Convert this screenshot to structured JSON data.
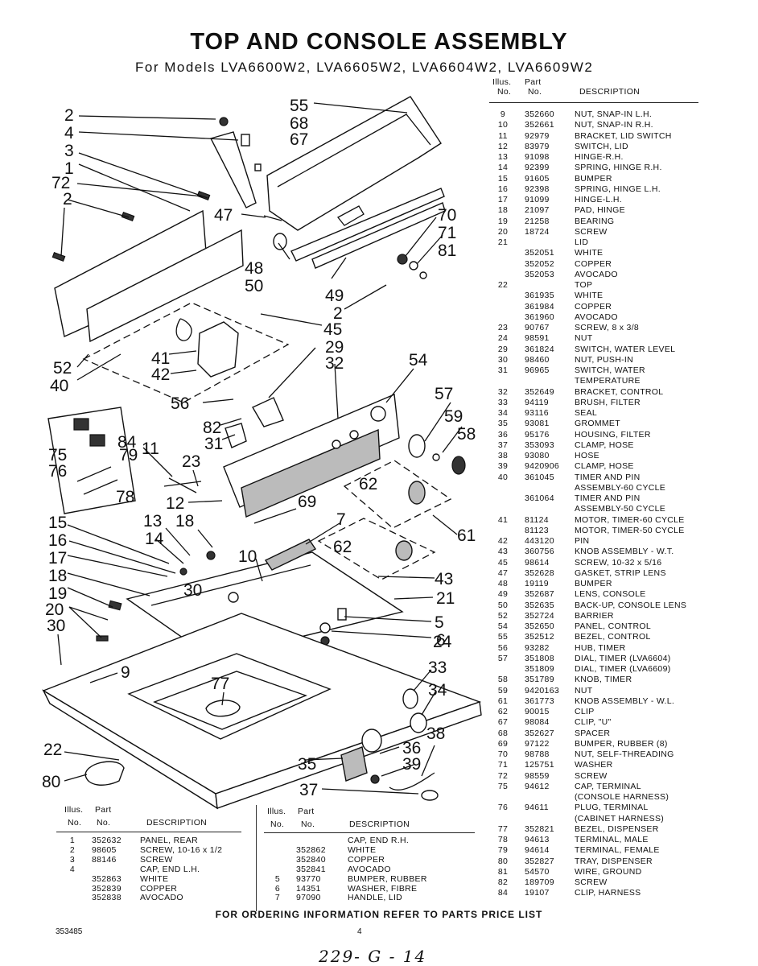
{
  "title": "TOP AND CONSOLE ASSEMBLY",
  "subtitle": "For Models LVA6600W2, LVA6605W2, LVA6604W2, LVA6609W2",
  "right_table": {
    "headers": {
      "illus_line1": "Illus.",
      "part_line1": "Part",
      "no_illus": "No.",
      "no_part": "No.",
      "description": "DESCRIPTION"
    },
    "rows": [
      {
        "illus": "9",
        "part": "352660",
        "desc": "NUT, SNAP-IN L.H."
      },
      {
        "illus": "10",
        "part": "352661",
        "desc": "NUT, SNAP-IN R.H."
      },
      {
        "illus": "11",
        "part": "92979",
        "desc": "BRACKET, LID SWITCH"
      },
      {
        "illus": "12",
        "part": "83979",
        "desc": "SWITCH, LID"
      },
      {
        "illus": "13",
        "part": "91098",
        "desc": "HINGE-R.H."
      },
      {
        "illus": "14",
        "part": "92399",
        "desc": "SPRING, HINGE R.H."
      },
      {
        "illus": "15",
        "part": "91605",
        "desc": "BUMPER"
      },
      {
        "illus": "16",
        "part": "92398",
        "desc": "SPRING, HINGE L.H."
      },
      {
        "illus": "17",
        "part": "91099",
        "desc": "HINGE-L.H."
      },
      {
        "illus": "18",
        "part": "21097",
        "desc": "PAD, HINGE"
      },
      {
        "illus": "19",
        "part": "21258",
        "desc": "BEARING"
      },
      {
        "illus": "20",
        "part": "18724",
        "desc": "SCREW"
      },
      {
        "illus": "21",
        "part": "",
        "desc": "LID"
      },
      {
        "illus": "",
        "part": "352051",
        "desc": "WHITE"
      },
      {
        "illus": "",
        "part": "352052",
        "desc": "COPPER"
      },
      {
        "illus": "",
        "part": "352053",
        "desc": "AVOCADO"
      },
      {
        "illus": "22",
        "part": "",
        "desc": "TOP"
      },
      {
        "illus": "",
        "part": "361935",
        "desc": "WHITE"
      },
      {
        "illus": "",
        "part": "361984",
        "desc": "COPPER"
      },
      {
        "illus": "",
        "part": "361960",
        "desc": "AVOCADO"
      },
      {
        "illus": "23",
        "part": "90767",
        "desc": "SCREW, 8 x 3/8"
      },
      {
        "illus": "24",
        "part": "98591",
        "desc": "NUT"
      },
      {
        "illus": "29",
        "part": "361824",
        "desc": "SWITCH, WATER LEVEL"
      },
      {
        "illus": "30",
        "part": "98460",
        "desc": "NUT, PUSH-IN"
      },
      {
        "illus": "31",
        "part": "96965",
        "desc": "SWITCH, WATER"
      },
      {
        "illus": "",
        "part": "",
        "desc": "TEMPERATURE"
      },
      {
        "illus": "32",
        "part": "352649",
        "desc": "BRACKET, CONTROL"
      },
      {
        "illus": "33",
        "part": "94119",
        "desc": "BRUSH, FILTER"
      },
      {
        "illus": "34",
        "part": "93116",
        "desc": "SEAL"
      },
      {
        "illus": "35",
        "part": "93081",
        "desc": "GROMMET"
      },
      {
        "illus": "36",
        "part": "95176",
        "desc": "HOUSING, FILTER"
      },
      {
        "illus": "37",
        "part": "353093",
        "desc": "CLAMP, HOSE"
      },
      {
        "illus": "38",
        "part": "93080",
        "desc": "HOSE"
      },
      {
        "illus": "39",
        "part": "9420906",
        "desc": "CLAMP, HOSE"
      },
      {
        "illus": "40",
        "part": "361045",
        "desc": "TIMER AND PIN"
      },
      {
        "illus": "",
        "part": "",
        "desc": "ASSEMBLY-60 CYCLE"
      },
      {
        "illus": "",
        "part": "361064",
        "desc": "TIMER AND PIN"
      },
      {
        "illus": "",
        "part": "",
        "desc": "ASSEMBLY-50 CYCLE"
      },
      {
        "illus": "41",
        "part": "81124",
        "desc": "MOTOR, TIMER-60 CYCLE"
      },
      {
        "illus": "",
        "part": "81123",
        "desc": "MOTOR, TIMER-50 CYCLE"
      },
      {
        "illus": "42",
        "part": "443120",
        "desc": "PIN"
      },
      {
        "illus": "43",
        "part": "360756",
        "desc": "KNOB ASSEMBLY - W.T."
      },
      {
        "illus": "45",
        "part": "98614",
        "desc": "SCREW, 10-32 x 5/16"
      },
      {
        "illus": "47",
        "part": "352628",
        "desc": "GASKET, STRIP LENS"
      },
      {
        "illus": "48",
        "part": "19119",
        "desc": "BUMPER"
      },
      {
        "illus": "49",
        "part": "352687",
        "desc": "LENS, CONSOLE"
      },
      {
        "illus": "50",
        "part": "352635",
        "desc": "BACK-UP, CONSOLE LENS"
      },
      {
        "illus": "52",
        "part": "352724",
        "desc": "BARRIER"
      },
      {
        "illus": "54",
        "part": "352650",
        "desc": "PANEL, CONTROL"
      },
      {
        "illus": "55",
        "part": "352512",
        "desc": "BEZEL, CONTROL"
      },
      {
        "illus": "56",
        "part": "93282",
        "desc": "HUB, TIMER"
      },
      {
        "illus": "57",
        "part": "351808",
        "desc": "DIAL, TIMER (LVA6604)"
      },
      {
        "illus": "",
        "part": "351809",
        "desc": "DIAL, TIMER (LVA6609)"
      },
      {
        "illus": "58",
        "part": "351789",
        "desc": "KNOB, TIMER"
      },
      {
        "illus": "59",
        "part": "9420163",
        "desc": "NUT"
      },
      {
        "illus": "61",
        "part": "361773",
        "desc": "KNOB ASSEMBLY - W.L."
      },
      {
        "illus": "62",
        "part": "90015",
        "desc": "CLIP"
      },
      {
        "illus": "67",
        "part": "98084",
        "desc": "CLIP, \"U\""
      },
      {
        "illus": "68",
        "part": "352627",
        "desc": "SPACER"
      },
      {
        "illus": "69",
        "part": "97122",
        "desc": "BUMPER, RUBBER (8)"
      },
      {
        "illus": "70",
        "part": "98788",
        "desc": "NUT, SELF-THREADING"
      },
      {
        "illus": "71",
        "part": "125751",
        "desc": "WASHER"
      },
      {
        "illus": "72",
        "part": "98559",
        "desc": "SCREW"
      },
      {
        "illus": "75",
        "part": "94612",
        "desc": "CAP, TERMINAL"
      },
      {
        "illus": "",
        "part": "",
        "desc": "(CONSOLE HARNESS)"
      },
      {
        "illus": "76",
        "part": "94611",
        "desc": "PLUG, TERMINAL"
      },
      {
        "illus": "",
        "part": "",
        "desc": "(CABINET HARNESS)"
      },
      {
        "illus": "77",
        "part": "352821",
        "desc": "BEZEL, DISPENSER"
      },
      {
        "illus": "78",
        "part": "94613",
        "desc": "TERMINAL, MALE"
      },
      {
        "illus": "79",
        "part": "94614",
        "desc": "TERMINAL, FEMALE"
      },
      {
        "illus": "80",
        "part": "352827",
        "desc": "TRAY, DISPENSER"
      },
      {
        "illus": "81",
        "part": "54570",
        "desc": "WIRE, GROUND"
      },
      {
        "illus": "82",
        "part": "189709",
        "desc": "SCREW"
      },
      {
        "illus": "84",
        "part": "19107",
        "desc": "CLIP, HARNESS"
      }
    ]
  },
  "bottom_left_table": {
    "headers": {
      "illus_line1": "Illus.",
      "part_line1": "Part",
      "no_illus": "No.",
      "no_part": "No.",
      "description": "DESCRIPTION"
    },
    "rows": [
      {
        "illus": "1",
        "part": "352632",
        "desc": "PANEL, REAR"
      },
      {
        "illus": "2",
        "part": "98605",
        "desc": "SCREW, 10-16 x 1/2"
      },
      {
        "illus": "3",
        "part": "88146",
        "desc": "SCREW"
      },
      {
        "illus": "4",
        "part": "",
        "desc": "CAP, END L.H."
      },
      {
        "illus": "",
        "part": "352863",
        "desc": "WHITE"
      },
      {
        "illus": "",
        "part": "352839",
        "desc": "COPPER"
      },
      {
        "illus": "",
        "part": "352838",
        "desc": "AVOCADO"
      }
    ]
  },
  "bottom_mid_table": {
    "headers": {
      "illus_line1": "Illus.",
      "part_line1": "Part",
      "no_illus": "No.",
      "no_part": "No.",
      "description": "DESCRIPTION"
    },
    "rows": [
      {
        "illus": "",
        "part": "",
        "desc": "CAP, END R.H."
      },
      {
        "illus": "",
        "part": "352862",
        "desc": "WHITE"
      },
      {
        "illus": "",
        "part": "352840",
        "desc": "COPPER"
      },
      {
        "illus": "",
        "part": "352841",
        "desc": "AVOCADO"
      },
      {
        "illus": "5",
        "part": "93770",
        "desc": "BUMPER, RUBBER"
      },
      {
        "illus": "6",
        "part": "14351",
        "desc": "WASHER, FIBRE"
      },
      {
        "illus": "7",
        "part": "97090",
        "desc": "HANDLE, LID"
      }
    ]
  },
  "callouts": [
    "55",
    "2",
    "68",
    "67",
    "4",
    "3",
    "1",
    "72",
    "2",
    "47",
    "70",
    "71",
    "81",
    "48",
    "50",
    "49",
    "2",
    "45",
    "52",
    "40",
    "41",
    "42",
    "29",
    "32",
    "54",
    "56",
    "57",
    "82",
    "59",
    "58",
    "31",
    "84",
    "75",
    "79",
    "76",
    "11",
    "23",
    "62",
    "78",
    "12",
    "69",
    "61",
    "15",
    "13",
    "18",
    "7",
    "16",
    "14",
    "62",
    "17",
    "10",
    "43",
    "18",
    "30",
    "21",
    "19",
    "5",
    "20",
    "6",
    "24",
    "30",
    "9",
    "33",
    "34",
    "77",
    "38",
    "22",
    "36",
    "35",
    "39",
    "80",
    "37"
  ],
  "footer": "FOR ORDERING INFORMATION REFER TO PARTS PRICE LIST",
  "doc_number": "353485",
  "page_number": "4",
  "handwritten": "229- G - 14"
}
